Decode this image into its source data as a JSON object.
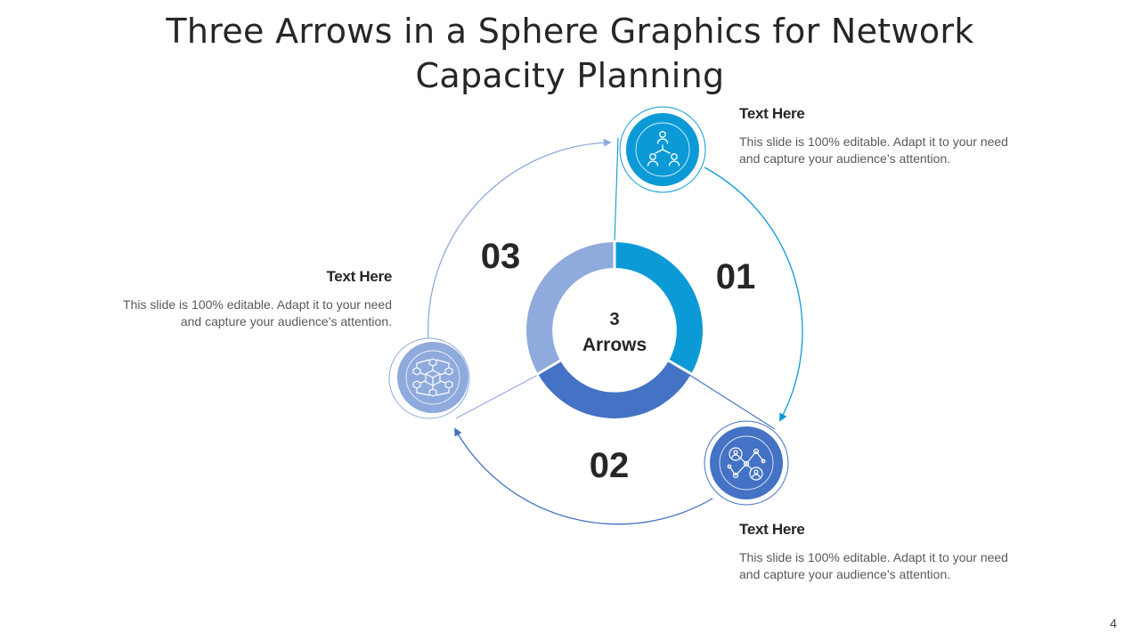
{
  "slide": {
    "title": "Three Arrows in a Sphere Graphics for Network Capacity Planning",
    "page_number": "4"
  },
  "center": {
    "number": "3",
    "label": "Arrows"
  },
  "segments": [
    {
      "num": "01",
      "color": "#0b9ad6",
      "icon": "people-hierarchy-icon"
    },
    {
      "num": "02",
      "color": "#4472c4",
      "icon": "network-people-icon"
    },
    {
      "num": "03",
      "color": "#8faadc",
      "icon": "cube-network-icon"
    }
  ],
  "text_blocks": [
    {
      "heading": "Text Here",
      "body_line1": "This slide is 100% editable. Adapt it to your need",
      "body_line2": "and capture your audience’s attention."
    },
    {
      "heading": "Text Here",
      "body_line1": "This slide is 100% editable. Adapt it to your need",
      "body_line2": "and capture your audience’s attention."
    },
    {
      "heading": "Text Here",
      "body_line1": "This slide is 100% editable. Adapt it to your need",
      "body_line2": "and capture your audience’s attention."
    }
  ]
}
